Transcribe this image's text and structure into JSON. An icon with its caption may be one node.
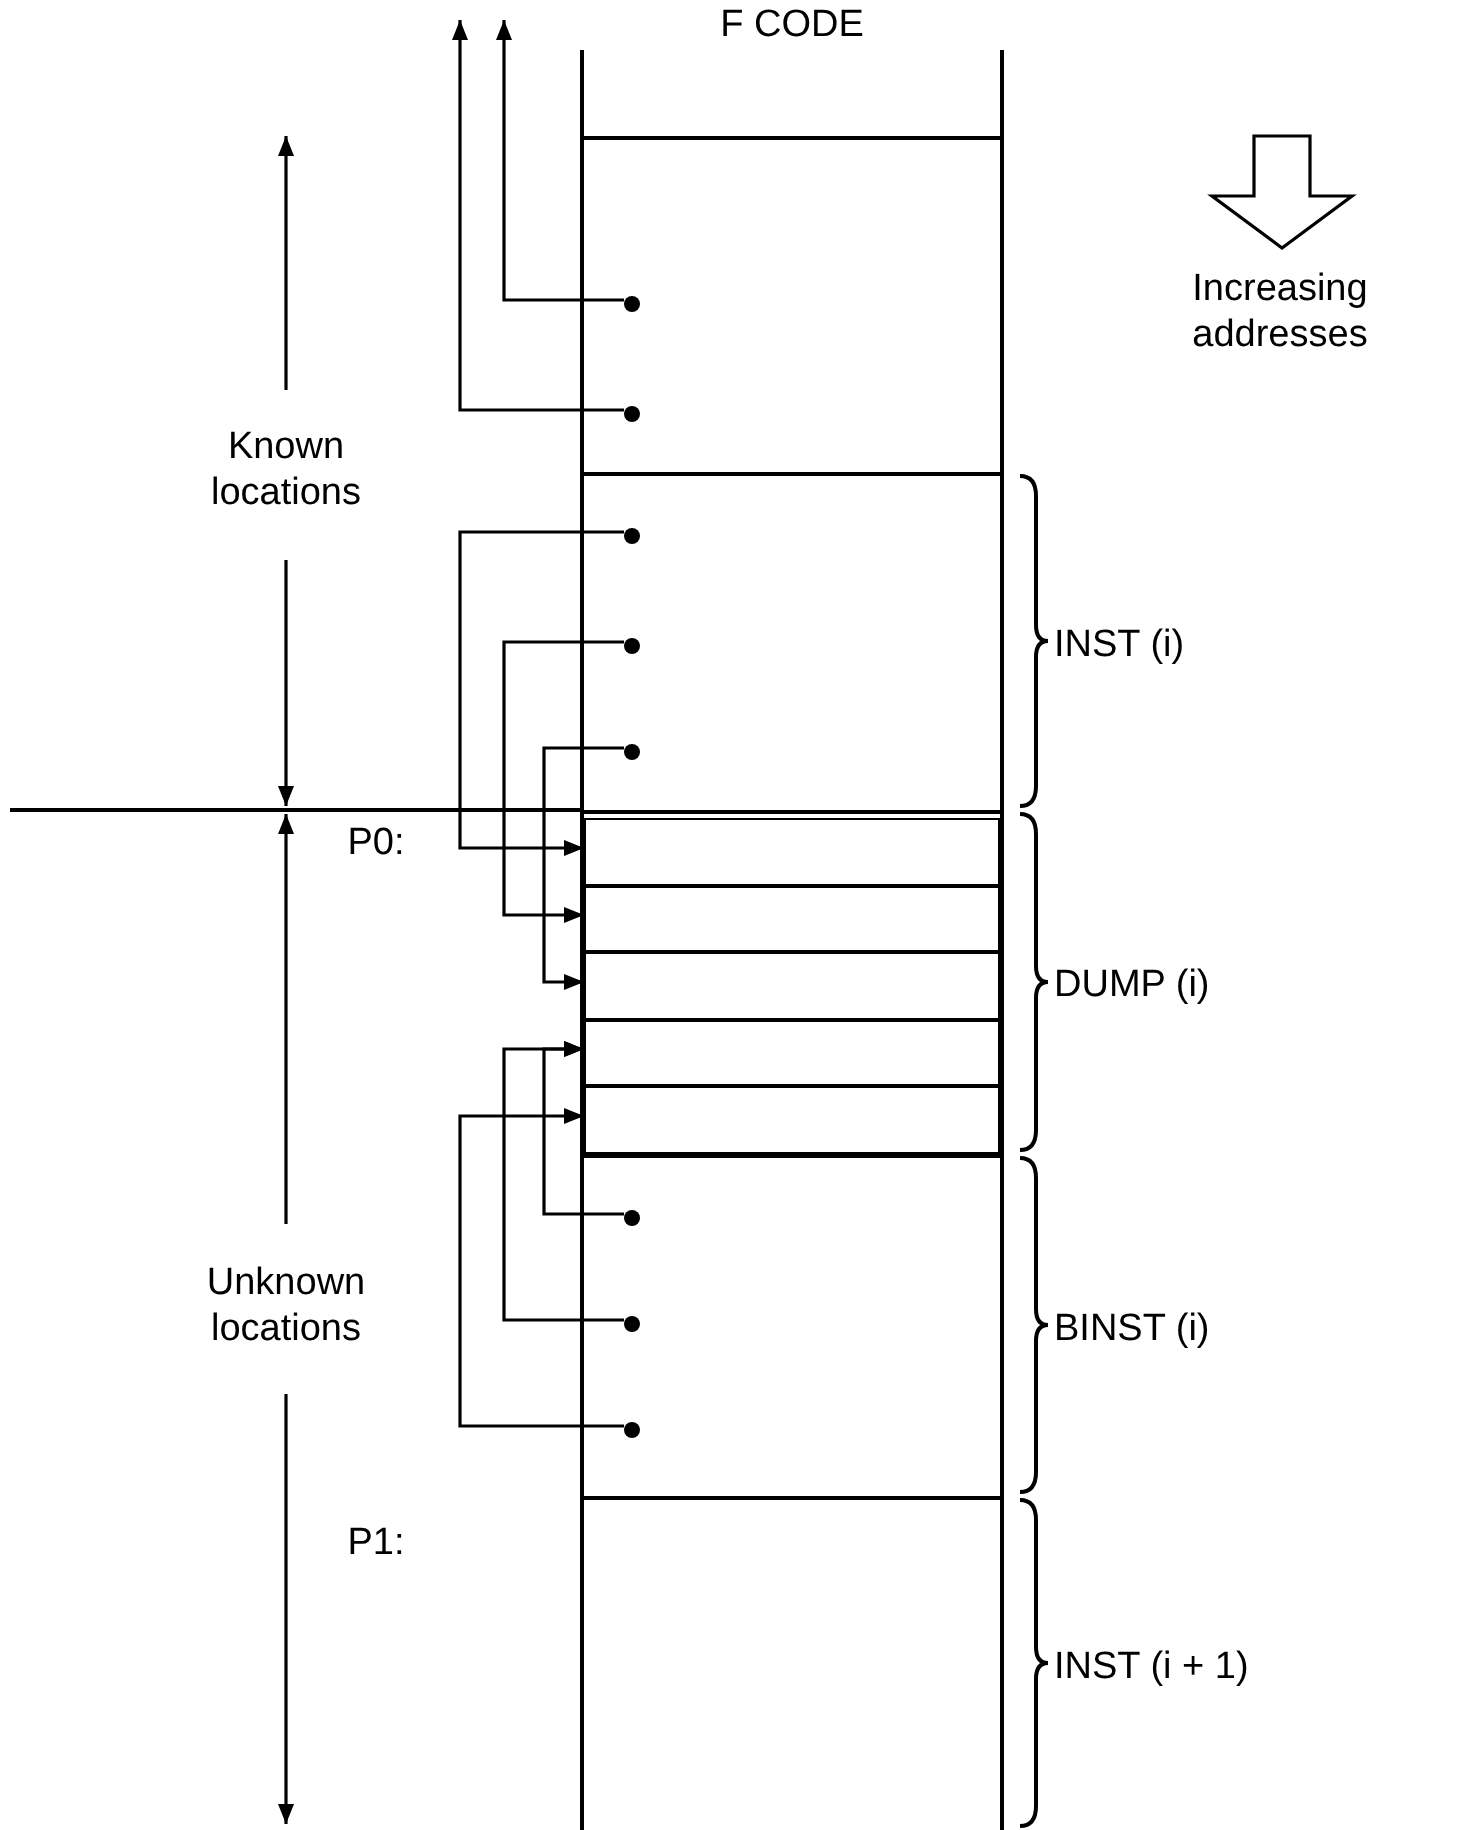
{
  "diagram": {
    "nodes": [
      {
        "text": [
          "F CODE"
        ]
      },
      {
        "text": [],
        "shape": "box",
        "in": 0
      },
      {
        "text": [],
        "shape": "dot",
        "in": 1
      },
      {
        "text": [],
        "shape": "dot",
        "in": 1
      },
      {
        "text": [],
        "shape": "box",
        "in": 0,
        "beside": [
          "INST (i)"
        ]
      },
      {
        "text": [],
        "shape": "dot",
        "in": 4
      },
      {
        "text": [],
        "shape": "dot",
        "in": 4
      },
      {
        "text": [],
        "shape": "dot",
        "in": 4
      },
      {
        "text": [],
        "shape": "box",
        "in": 0,
        "beside": [
          "DUMP (i)"
        ]
      },
      {
        "text": [],
        "shape": "box",
        "in": 8
      },
      {
        "text": [],
        "shape": "box",
        "in": 8
      },
      {
        "text": [],
        "shape": "box",
        "in": 8
      },
      {
        "text": [],
        "shape": "box",
        "in": 8
      },
      {
        "text": [],
        "shape": "box",
        "in": 8
      },
      {
        "text": [],
        "shape": "box",
        "in": 0,
        "beside": [
          "BINST (i)"
        ]
      },
      {
        "text": [],
        "shape": "dot",
        "in": 14
      },
      {
        "text": [],
        "shape": "dot",
        "in": 14
      },
      {
        "text": [],
        "shape": "dot",
        "in": 14
      },
      {
        "text": [],
        "shape": "box",
        "in": 0,
        "beside": [
          "INST (i + 1)"
        ]
      }
    ],
    "edges": [
      {
        "from": 2,
        "to": null,
        "arrow": "to"
      },
      {
        "from": 3,
        "to": null,
        "arrow": "to"
      },
      {
        "from": 5,
        "to": 9,
        "arrow": "to"
      },
      {
        "from": 6,
        "to": 10,
        "arrow": "to"
      },
      {
        "from": 7,
        "to": 11,
        "arrow": "to"
      },
      {
        "from": 15,
        "to": 12,
        "arrow": "to"
      },
      {
        "from": 16,
        "to": 12,
        "arrow": "to"
      },
      {
        "from": 17,
        "to": 13,
        "arrow": "to"
      }
    ],
    "labels": [
      "Increasing addresses",
      "Known locations",
      "P0:",
      "Unknown locations",
      "P1:"
    ]
  }
}
